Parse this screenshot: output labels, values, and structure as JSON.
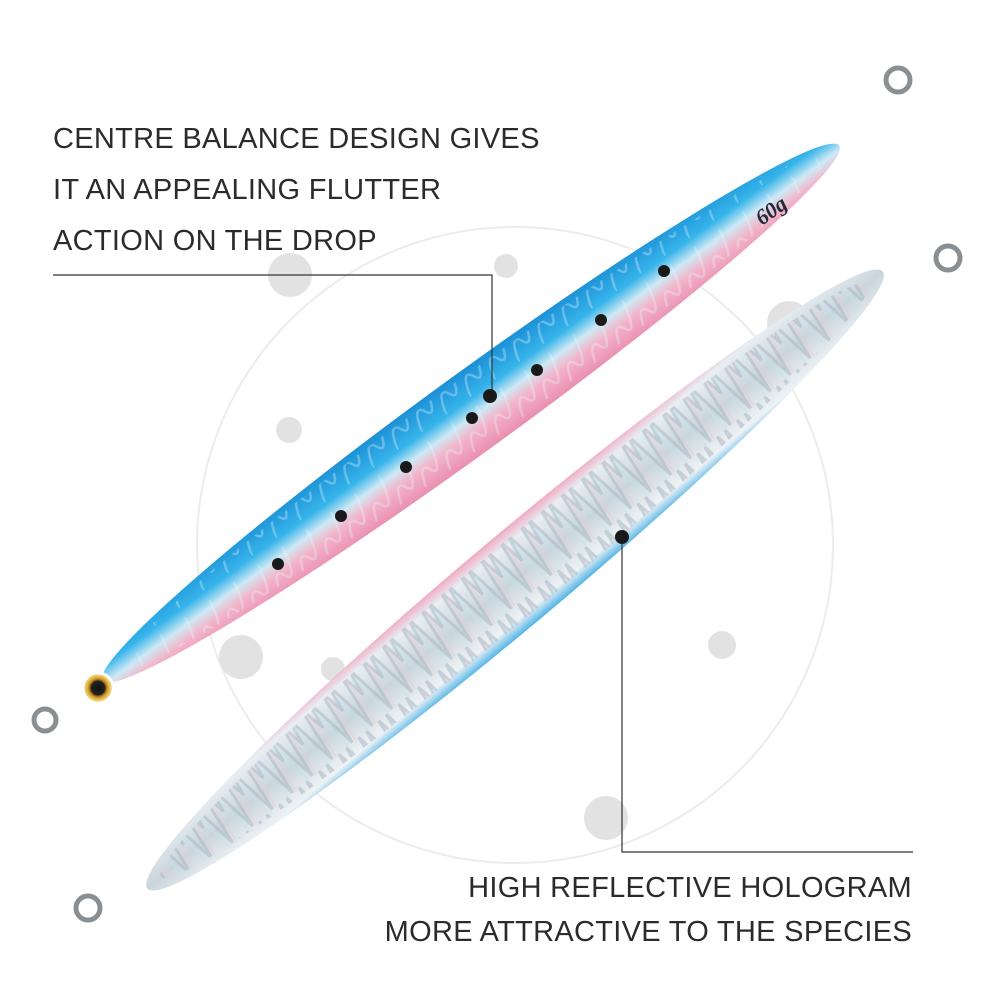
{
  "callouts": {
    "top": {
      "lines": [
        "CENTRE BALANCE DESIGN GIVES",
        "IT AN APPEALING FLUTTER",
        "ACTION ON THE DROP"
      ]
    },
    "bottom": {
      "lines": [
        "HIGH REFLECTIVE HOLOGRAM",
        "MORE ATTRACTIVE TO THE SPECIES"
      ]
    }
  },
  "lure": {
    "weight_marking": "60g"
  },
  "colors": {
    "lure_blue": "#2fa8e6",
    "lure_pink": "#f2a6bf",
    "hologram_silver": "#dfe6ea",
    "text": "#2b2b2b",
    "leader_line": "#333333",
    "deco_circle": "#dcdcdc"
  }
}
